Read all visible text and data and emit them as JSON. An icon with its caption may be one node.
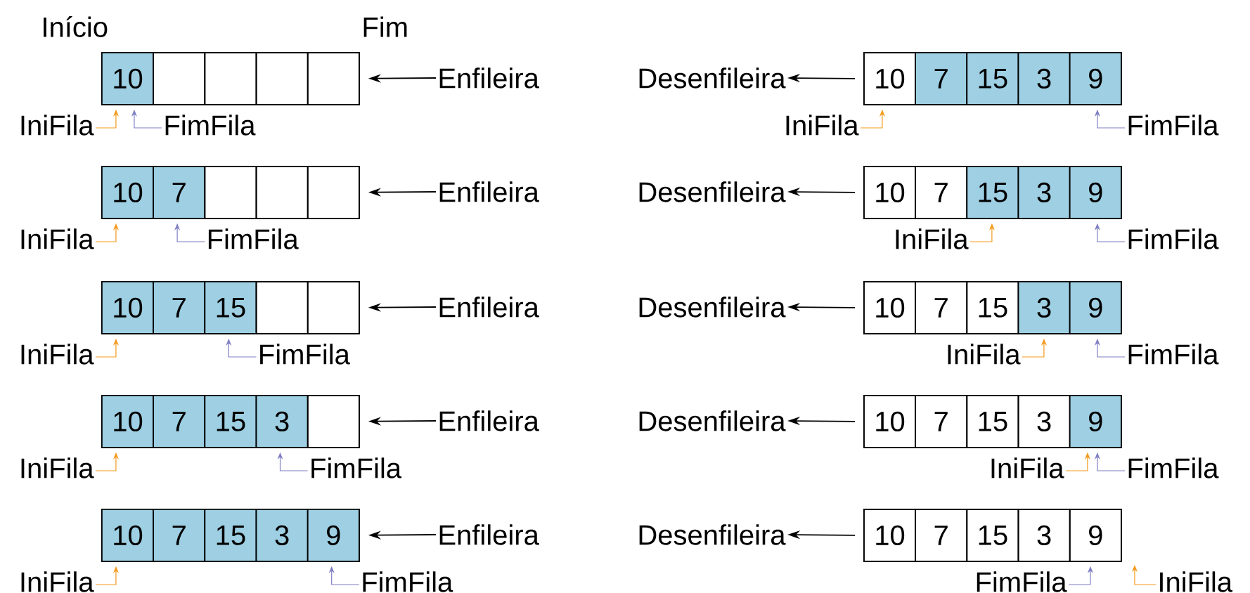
{
  "diagram": {
    "nodes": [
      {
        "text": [],
        "shape": "box"
      },
      {
        "text": [
          "10"
        ],
        "in": 0
      },
      {
        "text": [],
        "shape": "box",
        "in": 0
      },
      {
        "text": [],
        "shape": "box",
        "in": 0
      },
      {
        "text": [],
        "shape": "box",
        "in": 0
      },
      {
        "text": [],
        "shape": "box",
        "in": 0
      },
      {
        "text": [
          "Enfileira"
        ]
      },
      {
        "text": [
          "IniFila"
        ]
      },
      {
        "text": [
          "FimFila"
        ]
      },
      {
        "text": [],
        "shape": "box"
      },
      {
        "text": [
          "10"
        ],
        "in": 9
      },
      {
        "text": [
          "7"
        ],
        "in": 9
      },
      {
        "text": [
          "15"
        ],
        "in": 9
      },
      {
        "text": [
          "3"
        ],
        "in": 9
      },
      {
        "text": [
          "9"
        ],
        "in": 9
      },
      {
        "text": [
          "Desenfileira"
        ]
      },
      {
        "text": [
          "IniFila"
        ]
      },
      {
        "text": [
          "FimFila"
        ]
      },
      {
        "text": [],
        "shape": "box"
      },
      {
        "text": [
          "10"
        ],
        "in": 18
      },
      {
        "text": [
          "7"
        ],
        "in": 18
      },
      {
        "text": [],
        "shape": "box",
        "in": 18
      },
      {
        "text": [],
        "shape": "box",
        "in": 18
      },
      {
        "text": [],
        "shape": "box",
        "in": 18
      },
      {
        "text": [
          "Enfileira"
        ]
      },
      {
        "text": [
          "IniFila"
        ]
      },
      {
        "text": [
          "FimFila"
        ]
      },
      {
        "text": [],
        "shape": "box"
      },
      {
        "text": [
          "10"
        ],
        "in": 27
      },
      {
        "text": [
          "7"
        ],
        "in": 27
      },
      {
        "text": [
          "15"
        ],
        "in": 27
      },
      {
        "text": [
          "3"
        ],
        "in": 27
      },
      {
        "text": [
          "9"
        ],
        "in": 27
      },
      {
        "text": [
          "Desenfileira"
        ]
      },
      {
        "text": [
          "IniFila"
        ]
      },
      {
        "text": [
          "FimFila"
        ]
      },
      {
        "text": [],
        "shape": "box"
      },
      {
        "text": [
          "10"
        ],
        "in": 36
      },
      {
        "text": [
          "7"
        ],
        "in": 36
      },
      {
        "text": [
          "15"
        ],
        "in": 36
      },
      {
        "text": [],
        "shape": "box",
        "in": 36
      },
      {
        "text": [],
        "shape": "box",
        "in": 36
      },
      {
        "text": [
          "Enfileira"
        ]
      },
      {
        "text": [
          "IniFila"
        ]
      },
      {
        "text": [
          "FimFila"
        ]
      },
      {
        "text": [],
        "shape": "box"
      },
      {
        "text": [
          "10"
        ],
        "in": 45
      },
      {
        "text": [
          "7"
        ],
        "in": 45
      },
      {
        "text": [
          "15"
        ],
        "in": 45
      },
      {
        "text": [
          "3"
        ],
        "in": 45
      },
      {
        "text": [
          "9"
        ],
        "in": 45
      },
      {
        "text": [
          "Desenfileira"
        ]
      },
      {
        "text": [
          "IniFila"
        ]
      },
      {
        "text": [
          "FimFila"
        ]
      },
      {
        "text": [],
        "shape": "box"
      },
      {
        "text": [
          "10"
        ],
        "in": 54
      },
      {
        "text": [
          "7"
        ],
        "in": 54
      },
      {
        "text": [
          "15"
        ],
        "in": 54
      },
      {
        "text": [
          "3"
        ],
        "in": 54
      },
      {
        "text": [],
        "shape": "box",
        "in": 54
      },
      {
        "text": [
          "Enfileira"
        ]
      },
      {
        "text": [
          "IniFila"
        ]
      },
      {
        "text": [
          "FimFila"
        ]
      },
      {
        "text": [],
        "shape": "box"
      },
      {
        "text": [
          "10"
        ],
        "in": 63
      },
      {
        "text": [
          "7"
        ],
        "in": 63
      },
      {
        "text": [
          "15"
        ],
        "in": 63
      },
      {
        "text": [
          "3"
        ],
        "in": 63
      },
      {
        "text": [
          "9"
        ],
        "in": 63
      },
      {
        "text": [
          "Desenfileira"
        ]
      },
      {
        "text": [
          "IniFila"
        ]
      },
      {
        "text": [
          "FimFila"
        ]
      },
      {
        "text": [],
        "shape": "box"
      },
      {
        "text": [
          "10"
        ],
        "in": 72
      },
      {
        "text": [
          "7"
        ],
        "in": 72
      },
      {
        "text": [
          "15"
        ],
        "in": 72
      },
      {
        "text": [
          "3"
        ],
        "in": 72
      },
      {
        "text": [
          "9"
        ],
        "in": 72
      },
      {
        "text": [
          "Enfileira"
        ]
      },
      {
        "text": [
          "IniFila"
        ]
      },
      {
        "text": [
          "FimFila"
        ]
      },
      {
        "text": [],
        "shape": "box"
      },
      {
        "text": [
          "10"
        ],
        "in": 81
      },
      {
        "text": [
          "7"
        ],
        "in": 81
      },
      {
        "text": [
          "15"
        ],
        "in": 81
      },
      {
        "text": [
          "3"
        ],
        "in": 81
      },
      {
        "text": [
          "9"
        ],
        "in": 81
      },
      {
        "text": [
          "Desenfileira"
        ]
      },
      {
        "text": [
          "IniFila"
        ]
      },
      {
        "text": [
          "FimFila"
        ]
      }
    ],
    "edges": [
      {
        "from": 6,
        "to": 0,
        "arrow": "to"
      },
      {
        "from": 7,
        "to": 1,
        "arrow": "to",
        "color": "#f39a1e"
      },
      {
        "from": 8,
        "to": 1,
        "arrow": "to",
        "color": "#7f7fc4"
      },
      {
        "from": 9,
        "to": 15,
        "arrow": "to"
      },
      {
        "from": 16,
        "to": 10,
        "arrow": "to",
        "color": "#f39a1e"
      },
      {
        "from": 17,
        "to": 14,
        "arrow": "to",
        "color": "#7f7fc4"
      },
      {
        "from": 24,
        "to": 18,
        "arrow": "to"
      },
      {
        "from": 25,
        "to": 19,
        "arrow": "to",
        "color": "#f39a1e"
      },
      {
        "from": 26,
        "to": 20,
        "arrow": "to",
        "color": "#7f7fc4"
      },
      {
        "from": 27,
        "to": 33,
        "arrow": "to"
      },
      {
        "from": 34,
        "to": 30,
        "arrow": "to",
        "color": "#f39a1e"
      },
      {
        "from": 35,
        "to": 32,
        "arrow": "to",
        "color": "#7f7fc4"
      },
      {
        "from": 42,
        "to": 36,
        "arrow": "to"
      },
      {
        "from": 43,
        "to": 37,
        "arrow": "to",
        "color": "#f39a1e"
      },
      {
        "from": 44,
        "to": 39,
        "arrow": "to",
        "color": "#7f7fc4"
      },
      {
        "from": 45,
        "to": 51,
        "arrow": "to"
      },
      {
        "from": 52,
        "to": 49,
        "arrow": "to",
        "color": "#f39a1e"
      },
      {
        "from": 53,
        "to": 50,
        "arrow": "to",
        "color": "#7f7fc4"
      },
      {
        "from": 60,
        "to": 54,
        "arrow": "to"
      },
      {
        "from": 61,
        "to": 55,
        "arrow": "to",
        "color": "#f39a1e"
      },
      {
        "from": 62,
        "to": 58,
        "arrow": "to",
        "color": "#7f7fc4"
      },
      {
        "from": 63,
        "to": 69,
        "arrow": "to"
      },
      {
        "from": 70,
        "to": 68,
        "arrow": "to",
        "color": "#f39a1e"
      },
      {
        "from": 71,
        "to": 68,
        "arrow": "to",
        "color": "#7f7fc4"
      },
      {
        "from": 78,
        "to": 72,
        "arrow": "to"
      },
      {
        "from": 79,
        "to": 73,
        "arrow": "to",
        "color": "#f39a1e"
      },
      {
        "from": 80,
        "to": 77,
        "arrow": "to",
        "color": "#7f7fc4"
      },
      {
        "from": 81,
        "to": 87,
        "arrow": "to"
      },
      {
        "from": 88,
        "to": null,
        "arrow": "to",
        "color": "#f39a1e"
      },
      {
        "from": 89,
        "to": 86,
        "arrow": "to",
        "color": "#7f7fc4"
      }
    ],
    "labels": [
      "Início",
      "Fim"
    ]
  }
}
